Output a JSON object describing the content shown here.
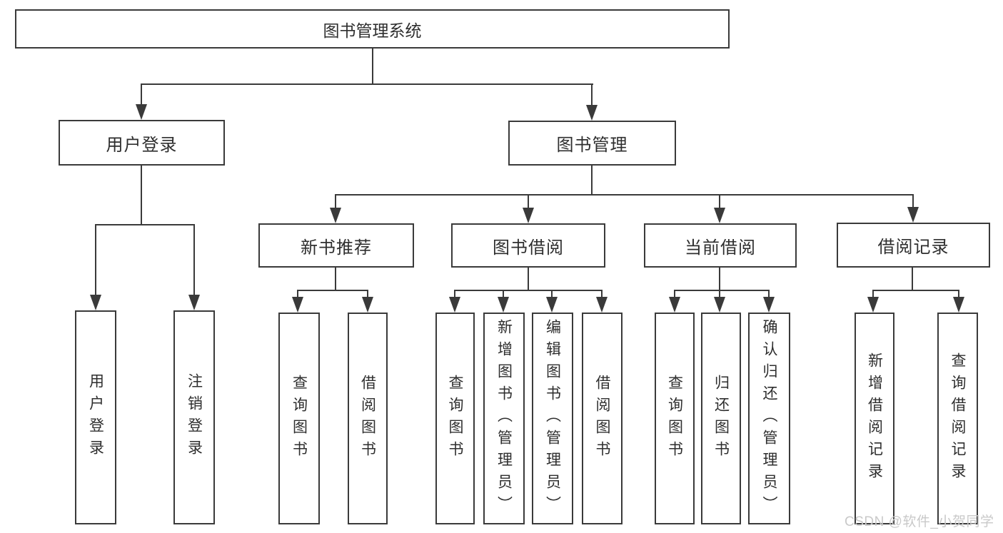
{
  "diagram_title": "图书管理系统",
  "tree": {
    "root": {
      "label": "图书管理系统"
    },
    "branches": [
      {
        "label": "用户登录",
        "children": [
          {
            "label": "用户登录"
          },
          {
            "label": "注销登录"
          }
        ]
      },
      {
        "label": "图书管理",
        "children": [
          {
            "label": "新书推荐",
            "children": [
              {
                "label": "查询图书"
              },
              {
                "label": "借阅图书"
              }
            ]
          },
          {
            "label": "图书借阅",
            "children": [
              {
                "label": "查询图书"
              },
              {
                "label": "新增图书（管理员）"
              },
              {
                "label": "编辑图书（管理员）"
              },
              {
                "label": "借阅图书"
              }
            ]
          },
          {
            "label": "当前借阅",
            "children": [
              {
                "label": "查询图书"
              },
              {
                "label": "归还图书"
              },
              {
                "label": "确认归还（管理员）"
              }
            ]
          },
          {
            "label": "借阅记录",
            "children": [
              {
                "label": "新增借阅记录"
              },
              {
                "label": "查询借阅记录"
              }
            ]
          }
        ]
      }
    ]
  },
  "watermark": "CSDN @软件_小贺同学",
  "colors": {
    "line": "#3a3a3a",
    "text": "#2e2e2e",
    "watermark": "#c9c9c9",
    "background": "#ffffff"
  }
}
